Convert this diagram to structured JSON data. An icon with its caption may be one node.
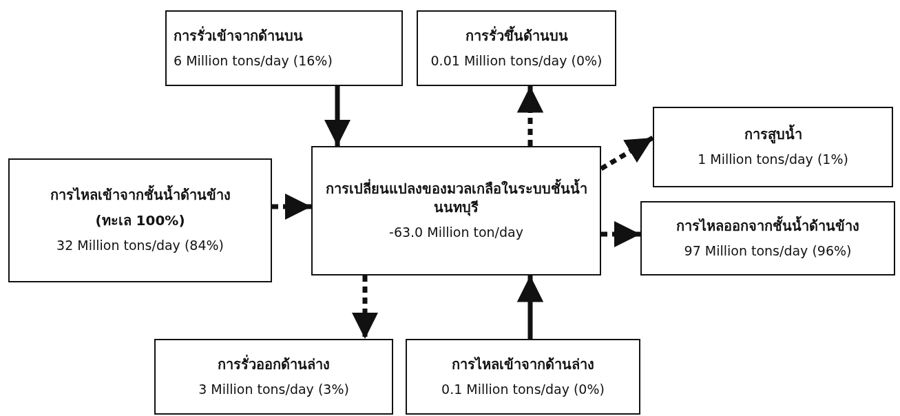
{
  "diagram": {
    "nodes": [
      {
        "text": [
          "การรั่วเข้าจากด้านบน",
          "6 Million tons/day (16%)"
        ]
      },
      {
        "text": [
          "การรั่วขึ้นด้านบน",
          "0.01 Million tons/day (0%)"
        ]
      },
      {
        "text": [
          "การสูบน้ำ",
          "1 Million tons/day (1%)"
        ]
      },
      {
        "text": [
          "การไหลเข้าจากชั้นน้ำด้านข้าง",
          "(ทะเล 100%)",
          "32 Million tons/day (84%)"
        ]
      },
      {
        "text": [
          "การเปลี่ยนแปลงของมวลเกลือในระบบชั้นน้ำนนทบุรี",
          "-63.0 Million ton/day"
        ]
      },
      {
        "text": [
          "การไหลออกจากชั้นน้ำด้านข้าง",
          "97 Million tons/day (96%)"
        ]
      },
      {
        "text": [
          "การรั่วออกด้านล่าง",
          "3 Million tons/day (3%)"
        ]
      },
      {
        "text": [
          "การไหลเข้าจากด้านล่าง",
          "0.1 Million tons/day (0%)"
        ]
      }
    ],
    "edges": [
      {
        "from": 0,
        "to": 4,
        "arrow": "to"
      },
      {
        "from": 4,
        "to": 1,
        "arrow": "to",
        "style": "dashed"
      },
      {
        "from": 4,
        "to": 2,
        "arrow": "to",
        "style": "dashed"
      },
      {
        "from": 3,
        "to": 4,
        "arrow": "to",
        "style": "dashed"
      },
      {
        "from": 4,
        "to": 5,
        "arrow": "to",
        "style": "dashed"
      },
      {
        "from": 4,
        "to": 6,
        "arrow": "to",
        "style": "dashed"
      },
      {
        "from": 7,
        "to": 4,
        "arrow": "to"
      }
    ]
  }
}
